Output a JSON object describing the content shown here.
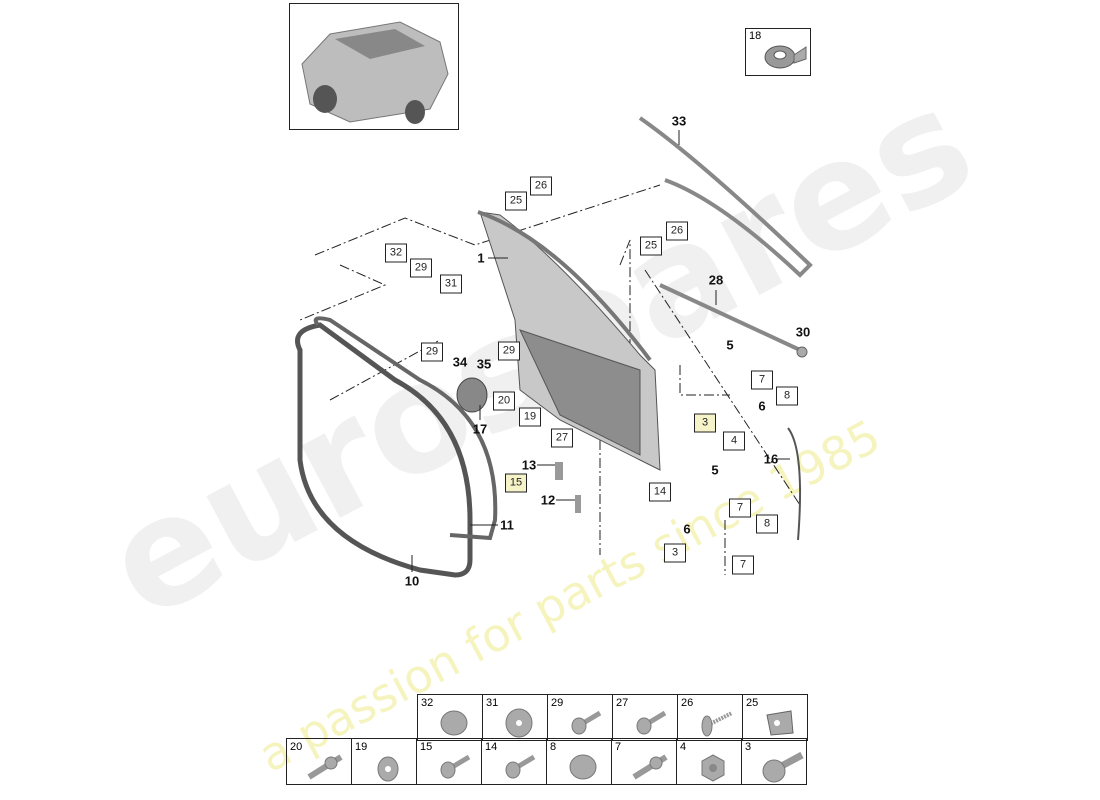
{
  "watermark": {
    "brand": "eurospares",
    "tagline": "a passion for parts since 1985"
  },
  "thumbnail": {
    "icon": "car-thumbnail-icon"
  },
  "inset_part": {
    "number": "18",
    "icon": "tape-roll-icon"
  },
  "callouts_boxed": [
    "25",
    "26",
    "32",
    "29",
    "31",
    "25",
    "26",
    "29",
    "29",
    "20",
    "19",
    "27",
    "3",
    "7",
    "8",
    "4",
    "15",
    "14",
    "7",
    "8",
    "3",
    "7"
  ],
  "callouts_bold": [
    "33",
    "1",
    "28",
    "30",
    "5",
    "6",
    "34",
    "35",
    "17",
    "16",
    "13",
    "12",
    "5",
    "11",
    "6",
    "10"
  ],
  "parts_table": {
    "row1": [
      {
        "no": "32",
        "icon": "cap-icon"
      },
      {
        "no": "31",
        "icon": "washer-icon"
      },
      {
        "no": "29",
        "icon": "screw-icon"
      },
      {
        "no": "27",
        "icon": "screw-icon"
      },
      {
        "no": "26",
        "icon": "tapping-screw-icon"
      },
      {
        "no": "25",
        "icon": "clip-nut-icon"
      }
    ],
    "row2": [
      {
        "no": "20",
        "icon": "bolt-icon"
      },
      {
        "no": "19",
        "icon": "nut-icon"
      },
      {
        "no": "15",
        "icon": "screw-icon"
      },
      {
        "no": "14",
        "icon": "screw-icon"
      },
      {
        "no": "8",
        "icon": "cap-icon"
      },
      {
        "no": "7",
        "icon": "bolt-icon"
      },
      {
        "no": "4",
        "icon": "hex-nut-icon"
      },
      {
        "no": "3",
        "icon": "flange-bolt-icon"
      }
    ]
  },
  "colors": {
    "line": "#222222",
    "part": "#9a9a9a",
    "highlight_box": "#f6f3c8"
  }
}
